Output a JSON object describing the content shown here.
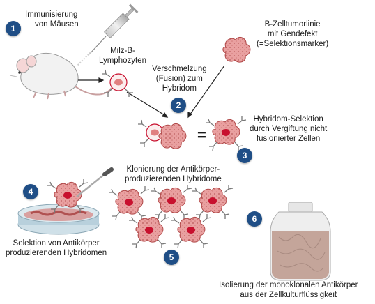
{
  "steps": [
    {
      "number": "1",
      "label_lines": [
        "Immunisierung",
        "von Mäusen"
      ]
    },
    {
      "number": "2",
      "label_lines": [
        "Verschmelzung",
        "(Fusion) zum",
        "Hybridom"
      ]
    },
    {
      "number": "3",
      "label_lines": [
        "Hybridom-Selektion",
        "durch Vergiftung nicht",
        "fusionierter Zellen"
      ]
    },
    {
      "number": "4",
      "label_lines": [
        "Selektion von Antikörper",
        "produzierenden Hybridomen"
      ]
    },
    {
      "number": "5",
      "label_lines": [
        "Klonierung der Antikörper-",
        "produzierenden Hybridome"
      ]
    },
    {
      "number": "6",
      "label_lines": [
        "Isolierung der monoklonalen Antikörper",
        "aus der Zellkulturflüssigkeit"
      ]
    }
  ],
  "milz_label_lines": [
    "Milz-B-",
    "Lymphozyten"
  ],
  "tumor_label_lines": [
    "B-Zelltumorlinie",
    "mit Gendefekt",
    "(=Selektionsmarker)"
  ],
  "equals_sign": "=",
  "colors": {
    "badge": "#1f4e86",
    "cell_fill": "#e9a0a0",
    "nucleus": "#c8102e",
    "dish": "#b8d0dc",
    "bottle": "#c4a59a"
  }
}
